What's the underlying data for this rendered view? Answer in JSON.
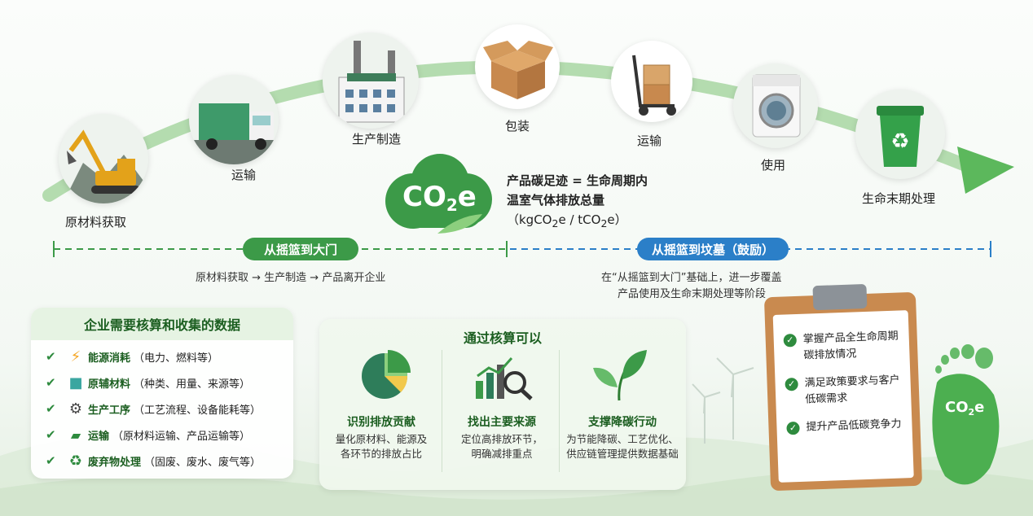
{
  "stages": [
    {
      "label": "原材料获取",
      "icon": "excavator-icon"
    },
    {
      "label": "运输",
      "icon": "truck-icon"
    },
    {
      "label": "生产制造",
      "icon": "factory-icon"
    },
    {
      "label": "包装",
      "icon": "box-icon"
    },
    {
      "label": "运输",
      "icon": "hand-truck-icon"
    },
    {
      "label": "使用",
      "icon": "washing-machine-icon"
    },
    {
      "label": "生命末期处理",
      "icon": "recycle-bin-icon"
    }
  ],
  "co2_cloud": {
    "main": "CO",
    "sub": "2",
    "tail": "e"
  },
  "definition": {
    "line1": "产品碳足迹 = 生命周期内",
    "line2": "温室气体排放总量",
    "unit_a": "（kgCO",
    "unit_sub1": "2",
    "unit_b": "e / tCO",
    "unit_sub2": "2",
    "unit_c": "e）"
  },
  "scope_gate": {
    "label": "从摇篮到大门",
    "note": "原材料获取 → 生产制造 → 产品离开企业",
    "color": "#3c9a48"
  },
  "scope_grave": {
    "label": "从摇篮到坟墓（鼓励）",
    "note1": "在“从摇篮到大门”基础上，进一步覆盖",
    "note2": "产品使用及生命末期处理等阶段",
    "color": "#2b7fc8"
  },
  "data_card": {
    "title": "企业需要核算和收集的数据",
    "items": [
      {
        "name": "能源消耗",
        "detail": "（电力、燃料等）",
        "icon": "lightning-icon",
        "color": "#f5a623"
      },
      {
        "name": "原辅材料",
        "detail": "（种类、用量、来源等）",
        "icon": "cube-icon",
        "color": "#3aa6a0"
      },
      {
        "name": "生产工序",
        "detail": "（工艺流程、设备能耗等）",
        "icon": "gears-icon",
        "color": "#444"
      },
      {
        "name": "运输",
        "detail": "（原材料运输、产品运输等）",
        "icon": "truck-icon",
        "color": "#2e8b3e"
      },
      {
        "name": "废弃物处理",
        "detail": "（固废、废水、废气等）",
        "icon": "recycle-icon",
        "color": "#2e8b3e"
      }
    ]
  },
  "benefit_card": {
    "title": "通过核算可以",
    "cols": [
      {
        "title": "识别排放贡献",
        "line1": "量化原材料、能源及",
        "line2": "各环节的排放占比",
        "icon": "pie-chart-icon"
      },
      {
        "title": "找出主要来源",
        "line1": "定位高排放环节，",
        "line2": "明确减排重点",
        "icon": "bar-magnifier-icon"
      },
      {
        "title": "支撑降碳行动",
        "line1": "为节能降碳、工艺优化、",
        "line2": "供应链管理提供数据基础",
        "icon": "leaf-icon"
      }
    ]
  },
  "clipboard": {
    "items": [
      {
        "line1": "掌握产品全生命周期",
        "line2": "碳排放情况"
      },
      {
        "line1": "满足政策要求与客户",
        "line2": "低碳需求"
      },
      {
        "line1": "提升产品低碳竞争力",
        "line2": ""
      }
    ]
  },
  "footprint": {
    "main": "CO",
    "sub": "2",
    "tail": "e"
  },
  "colors": {
    "green": "#3c9a48",
    "dark_green": "#1b5e20",
    "blue": "#2b7fc8",
    "arc": "#8fc98a"
  }
}
